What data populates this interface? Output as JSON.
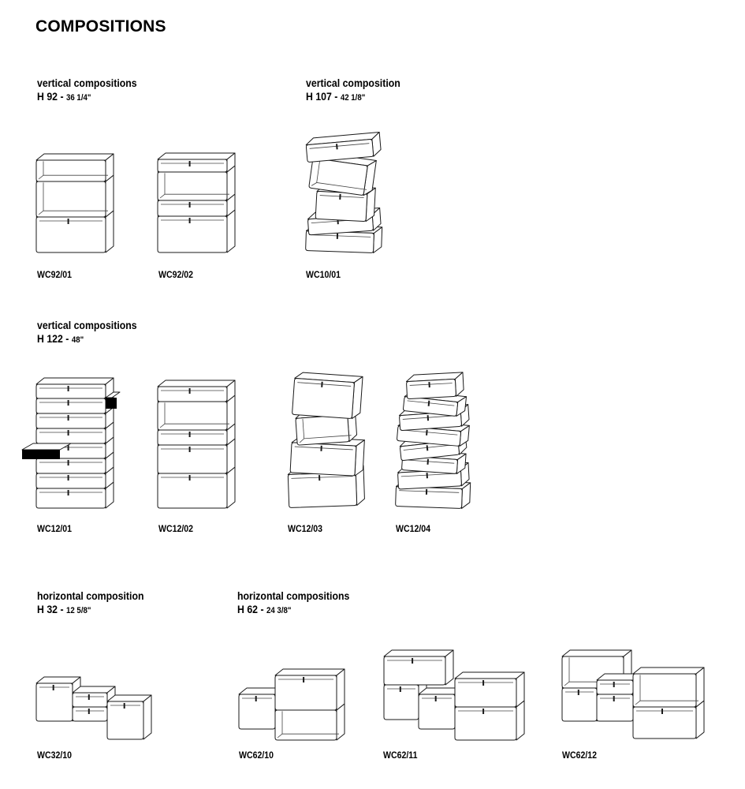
{
  "page": {
    "title": "COMPOSITIONS"
  },
  "groups": [
    {
      "label": "vertical compositions",
      "height": "H 92 - ",
      "inch": "36 1/4\""
    },
    {
      "label": "vertical composition",
      "height": "H 107 - ",
      "inch": "42 1/8\""
    },
    {
      "label": "vertical compositions",
      "height": "H 122 - ",
      "inch": "48\""
    },
    {
      "label": "horizontal composition",
      "height": "H 32 - ",
      "inch": "12 5/8\""
    },
    {
      "label": "horizontal compositions",
      "height": "H 62 - ",
      "inch": "24 3/8\""
    }
  ],
  "items": [
    {
      "code": "WC92/01"
    },
    {
      "code": "WC92/02"
    },
    {
      "code": "WC10/01"
    },
    {
      "code": "WC12/01"
    },
    {
      "code": "WC12/02"
    },
    {
      "code": "WC12/03"
    },
    {
      "code": "WC12/04"
    },
    {
      "code": "WC32/10"
    },
    {
      "code": "WC62/10"
    },
    {
      "code": "WC62/11"
    },
    {
      "code": "WC62/12"
    }
  ]
}
